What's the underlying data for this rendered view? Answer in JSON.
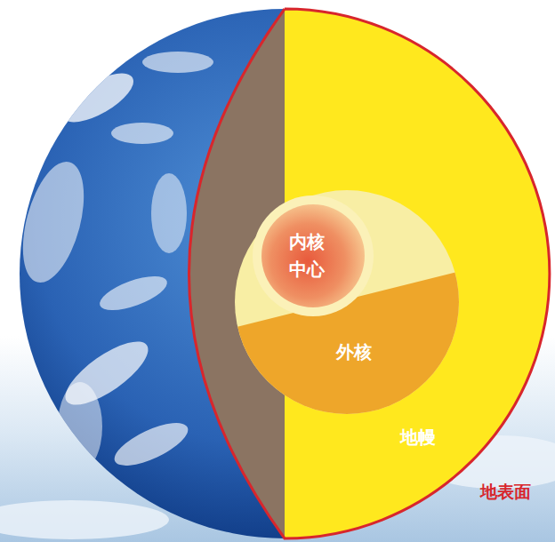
{
  "diagram": {
    "labels": [
      "内核",
      "中心",
      "外核",
      "地幔",
      "地表面"
    ]
  }
}
